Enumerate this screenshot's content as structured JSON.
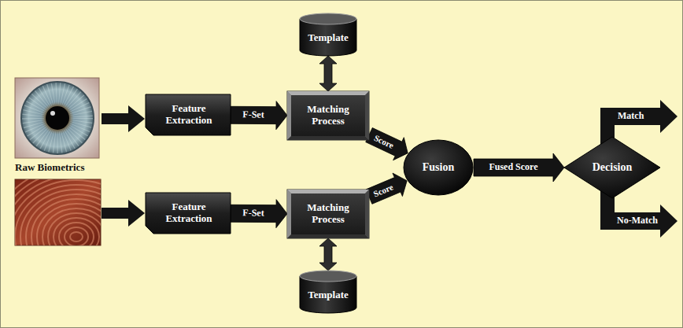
{
  "diagram": {
    "nodes": [
      {
        "text": [
          "Template"
        ]
      },
      {
        "text": [
          "Feature Extraction"
        ]
      },
      {
        "text": [
          "Matching Process"
        ]
      },
      {
        "text": [
          "Feature Extraction"
        ]
      },
      {
        "text": [
          "Matching Process"
        ]
      },
      {
        "text": [
          "Template"
        ]
      },
      {
        "text": [
          "Fusion"
        ]
      },
      {
        "text": [
          "Decision"
        ]
      }
    ],
    "edges": [
      {
        "from": 1,
        "to": 2,
        "label": "F-Set",
        "arrow": "to"
      },
      {
        "from": 0,
        "to": 2,
        "arrow": "both"
      },
      {
        "from": 2,
        "to": 6,
        "label": "Score",
        "arrow": "to"
      },
      {
        "from": 3,
        "to": 4,
        "label": "F-Set",
        "arrow": "to"
      },
      {
        "from": 4,
        "to": 5,
        "arrow": "both"
      },
      {
        "from": 4,
        "to": 6,
        "label": "Score",
        "arrow": "to"
      },
      {
        "from": 6,
        "to": 7,
        "label": "Fused Score",
        "arrow": "to"
      }
    ],
    "labels": [
      "Raw Biometrics",
      "Match",
      "No-Match"
    ]
  }
}
